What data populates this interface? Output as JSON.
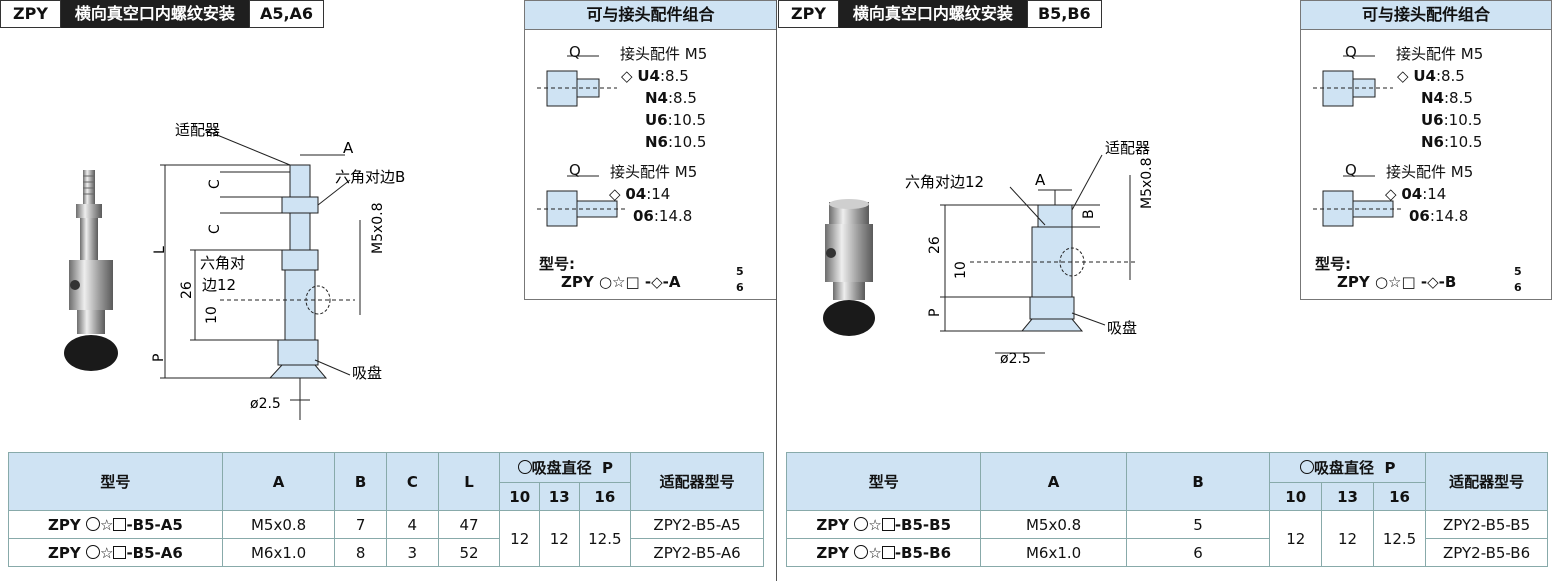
{
  "left": {
    "header": {
      "series": "ZPY",
      "title": "横向真空口内螺纹安装",
      "codes": "A5,A6"
    },
    "combo": {
      "title": "可与接头配件组合",
      "fitting1": {
        "q": "Q",
        "label": "接头配件 M5",
        "lines": [
          [
            "U4",
            ":8.5"
          ],
          [
            "N4",
            ":8.5"
          ],
          [
            "U6",
            ":10.5"
          ],
          [
            "N6",
            ":10.5"
          ]
        ]
      },
      "fitting2": {
        "q": "Q",
        "label": "接头配件 M5",
        "lines": [
          [
            "04",
            ":14"
          ],
          [
            "06",
            ":14.8"
          ]
        ]
      },
      "model_label": "型号:",
      "model_code": "ZPY ○☆□ -◇-A",
      "model_sup": "5",
      "model_sub": "6"
    },
    "drawing": {
      "adapter": "适配器",
      "a": "A",
      "hex_b": "六角对边B",
      "c1": "C",
      "c2": "C",
      "l": "L",
      "m5": "M5x0.8",
      "hex12_a": "六角对",
      "hex12_b": "边12",
      "d26": "26",
      "d10": "10",
      "p": "P",
      "pad": "吸盘",
      "dia": "ø2.5"
    },
    "table": {
      "headers": {
        "model": "型号",
        "a": "A",
        "b": "B",
        "c": "C",
        "l": "L",
        "pad_dia": "吸盘直径",
        "p": "P",
        "adapter": "适配器型号"
      },
      "sizes": [
        "10",
        "13",
        "16"
      ],
      "rows": [
        {
          "prefix": "ZPY ",
          "suffix": "-B5-A5",
          "a": "M5x0.8",
          "b": "7",
          "c": "4",
          "l": "47",
          "adapter": "ZPY2-B5-A5"
        },
        {
          "prefix": "ZPY ",
          "suffix": "-B5-A6",
          "a": "M6x1.0",
          "b": "8",
          "c": "3",
          "l": "52",
          "adapter": "ZPY2-B5-A6"
        }
      ],
      "p_values": [
        "12",
        "12",
        "12.5"
      ]
    }
  },
  "right": {
    "header": {
      "series": "ZPY",
      "title": "横向真空口内螺纹安装",
      "codes": "B5,B6"
    },
    "combo": {
      "title": "可与接头配件组合",
      "fitting1": {
        "q": "Q",
        "label": "接头配件 M5",
        "lines": [
          [
            "U4",
            ":8.5"
          ],
          [
            "N4",
            ":8.5"
          ],
          [
            "U6",
            ":10.5"
          ],
          [
            "N6",
            ":10.5"
          ]
        ]
      },
      "fitting2": {
        "q": "Q",
        "label": "接头配件 M5",
        "lines": [
          [
            "04",
            ":14"
          ],
          [
            "06",
            ":14.8"
          ]
        ]
      },
      "model_label": "型号:",
      "model_code": "ZPY ○☆□ -◇-B",
      "model_sup": "5",
      "model_sub": "6"
    },
    "drawing": {
      "adapter": "适配器",
      "hex12": "六角对边12",
      "a": "A",
      "b": "B",
      "m5": "M5x0.8",
      "d26": "26",
      "d10": "10",
      "p": "P",
      "pad": "吸盘",
      "dia": "ø2.5"
    },
    "table": {
      "headers": {
        "model": "型号",
        "a": "A",
        "b": "B",
        "pad_dia": "吸盘直径",
        "p": "P",
        "adapter": "适配器型号"
      },
      "sizes": [
        "10",
        "13",
        "16"
      ],
      "rows": [
        {
          "prefix": "ZPY ",
          "suffix": "-B5-B5",
          "a": "M5x0.8",
          "b": "5",
          "adapter": "ZPY2-B5-B5"
        },
        {
          "prefix": "ZPY ",
          "suffix": "-B5-B6",
          "a": "M6x1.0",
          "b": "6",
          "adapter": "ZPY2-B5-B6"
        }
      ],
      "p_values": [
        "12",
        "12",
        "12.5"
      ]
    }
  }
}
